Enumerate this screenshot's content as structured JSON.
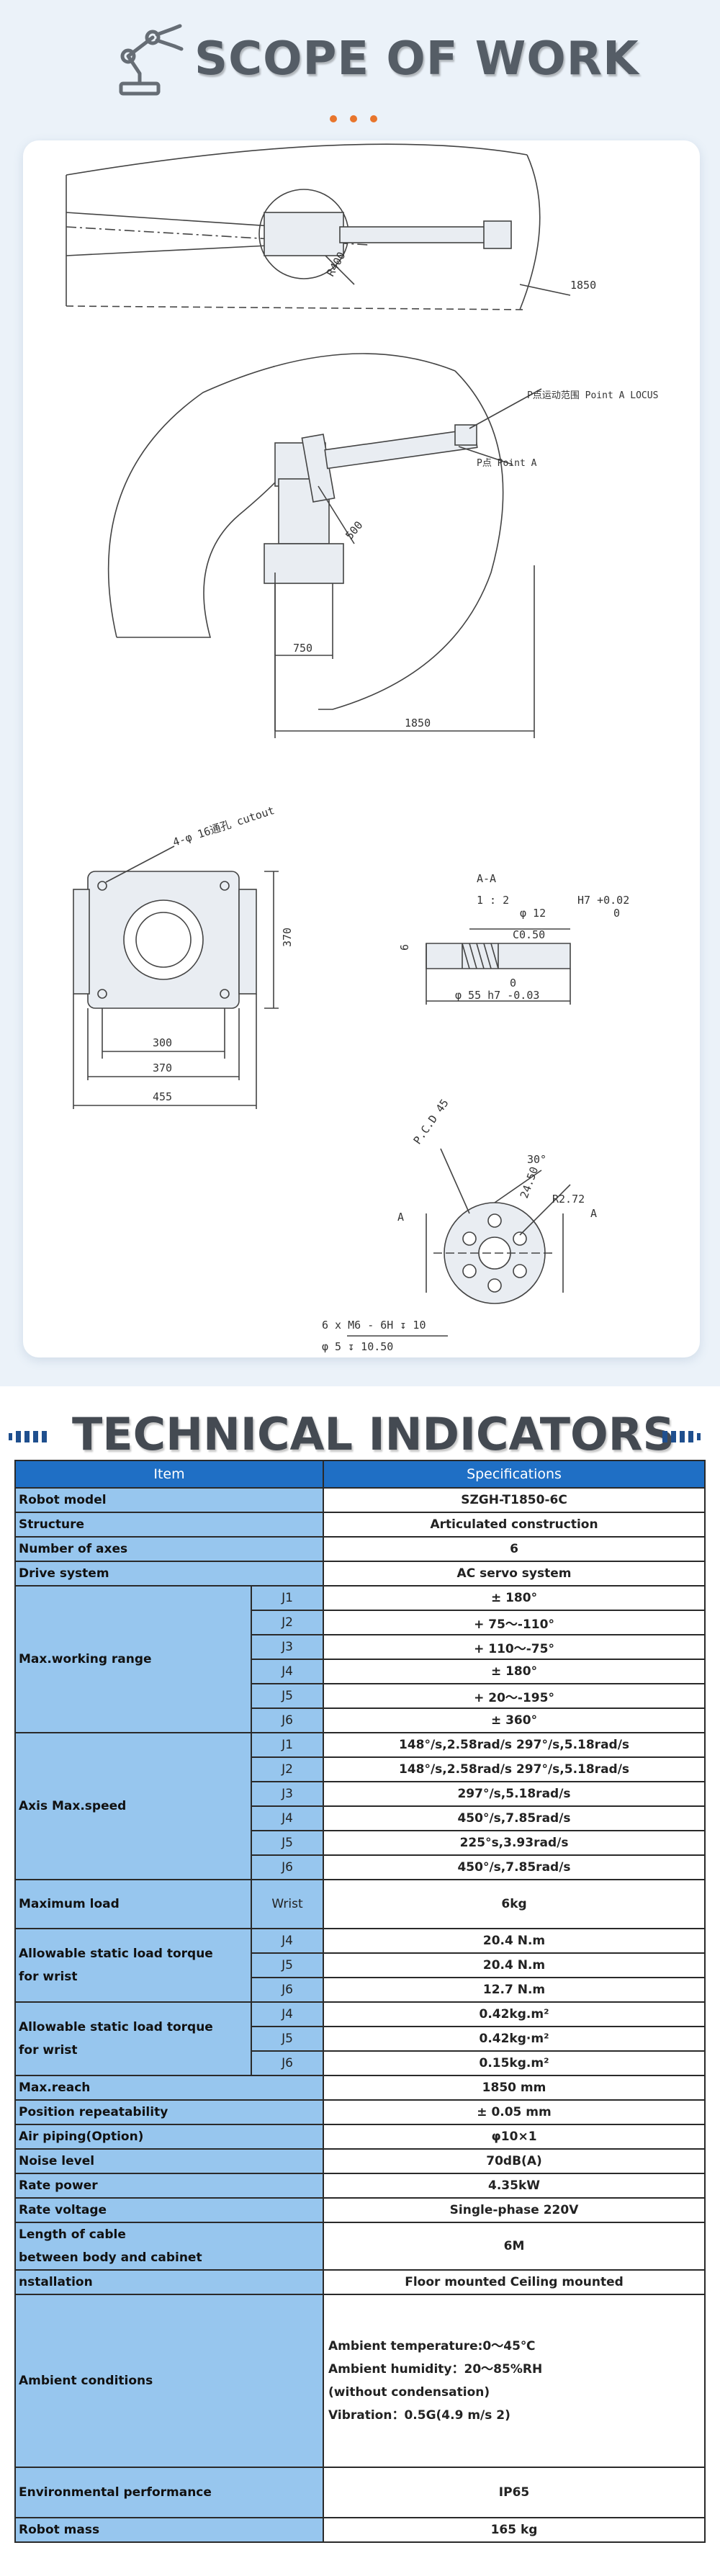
{
  "scope": {
    "title": "SCOPE OF WORK",
    "icons": {
      "logo": "robot-arm-icon",
      "divider": "orange-dots"
    },
    "accent_color": "#e8752c",
    "drawing": {
      "labels": {
        "dim_400": "R400",
        "dim_1850_top": "1850",
        "locus": "P点运动范围 Point A LOCUS",
        "point_a": "P点 Point A",
        "dim_500": "500",
        "dim_750": "750",
        "dim_1850_bottom": "1850",
        "cutout": "4-φ 16通孔 cutout",
        "dim_370_v": "370",
        "dim_300": "300",
        "dim_370_h": "370",
        "dim_455": "455",
        "section_aa": "A-A",
        "scale": "1 : 2",
        "h7": "H7 +0.02",
        "h7_zero": "0",
        "phi12": "φ 12",
        "c05": "C0.50",
        "dim_6": "6",
        "zero2": "0",
        "phi55": "φ 55 h7 -0.03",
        "pcd": "P.C.D 45",
        "angle30": "30°",
        "r2450": "24.50",
        "r272": "R2.72",
        "a_left": "A",
        "a_right": "A",
        "m6": "6 x  M6 - 6H ↧ 10",
        "phi5": "φ  5 ↧ 10.50"
      }
    }
  },
  "tech": {
    "title": "TECHNICAL INDICATORS",
    "header_color": "#1f6fc5",
    "key_color": "#97c6ee",
    "headers": {
      "item": "Item",
      "spec": "Specifications"
    },
    "rows": {
      "model": {
        "k": "Robot model",
        "v": "SZGH-T1850-6C"
      },
      "structure": {
        "k": "Structure",
        "v": "Articulated construction"
      },
      "axes": {
        "k": "Number of axes",
        "v": "6"
      },
      "drive": {
        "k": "Drive system",
        "v": "AC servo system"
      },
      "range": {
        "k": "Max.working range",
        "j1": "J1",
        "v1": "± 180°",
        "j2": "J2",
        "v2": "+ 75～-110°",
        "j3": "J3",
        "v3": "+ 110～-75°",
        "j4": "J4",
        "v4": "± 180°",
        "j5": "J5",
        "v5": "+ 20～-195°",
        "j6": "J6",
        "v6": "± 360°"
      },
      "speed": {
        "k": "Axis Max.speed",
        "j1": "J1",
        "v1": "148°/s,2.58rad/s 297°/s,5.18rad/s",
        "j2": "J2",
        "v2": "148°/s,2.58rad/s 297°/s,5.18rad/s",
        "j3": "J3",
        "v3": "297°/s,5.18rad/s",
        "j4": "J4",
        "v4": "450°/s,7.85rad/s",
        "j5": "J5",
        "v5": "225°s,3.93rad/s",
        "j6": "J6",
        "v6": "450°/s,7.85rad/s"
      },
      "load": {
        "k": "Maximum load",
        "sub": "Wrist",
        "v": "6kg"
      },
      "torque": {
        "k1": "Allowable static load torque",
        "k2": "for wrist",
        "j4": "J4",
        "v4": "20.4 N.m",
        "j5": "J5",
        "v5": "20.4 N.m",
        "j6": "J6",
        "v6": "12.7 N.m"
      },
      "inertia": {
        "k1": "Allowable static load torque",
        "k2": "for wrist",
        "j4": "J4",
        "v4": "0.42kg.m²",
        "j5": "J5",
        "v5": "0.42kg·m²",
        "j6": "J6",
        "v6": "0.15kg.m²"
      },
      "reach": {
        "k": "Max.reach",
        "v": "1850 mm"
      },
      "repeat": {
        "k": "Position repeatability",
        "v": "± 0.05 mm"
      },
      "air": {
        "k": "Air piping(Option)",
        "v": "φ10×1"
      },
      "noise": {
        "k": "Noise level",
        "v": "70dB(A)"
      },
      "power": {
        "k": "Rate power",
        "v": "4.35kW"
      },
      "voltage": {
        "k": "Rate voltage",
        "v": "Single-phase 220V"
      },
      "cable": {
        "k1": "Length of cable",
        "k2": "between body and cabinet",
        "v": "6M"
      },
      "install": {
        "k": "nstallation",
        "v": "Floor mounted Ceiling mounted"
      },
      "ambient": {
        "k": "Ambient conditions",
        "l1": "Ambient temperature:0～45℃",
        "l2": "Ambient humidity：20～85%RH",
        "l3": "(without condensation)",
        "l4": "Vibration：0.5G(4.9 m/s 2)"
      },
      "env": {
        "k": "Environmental performance",
        "v": "IP65"
      },
      "mass": {
        "k": "Robot mass",
        "v": "165 kg"
      }
    }
  }
}
